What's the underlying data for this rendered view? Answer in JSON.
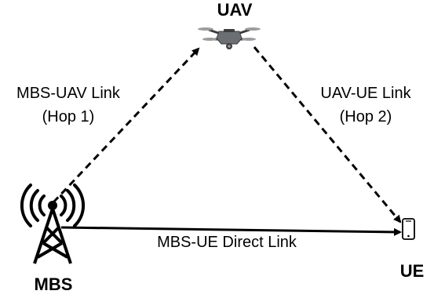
{
  "nodes": {
    "uav": {
      "label": "UAV"
    },
    "mbs": {
      "label": "MBS"
    },
    "ue": {
      "label": "UE"
    }
  },
  "links": {
    "hop1": {
      "line1": "MBS-UAV Link",
      "line2": "(Hop 1)",
      "style": "dashed"
    },
    "hop2": {
      "line1": "UAV-UE Link",
      "line2": "(Hop 2)",
      "style": "dashed"
    },
    "direct": {
      "label": "MBS-UE Direct Link",
      "style": "solid"
    }
  },
  "icons": {
    "uav": "drone-icon",
    "mbs": "cell-tower-icon",
    "ue": "smartphone-icon"
  },
  "colors": {
    "line": "#000000",
    "drone_body": "#6b6e72",
    "drone_dark": "#3a3c3f",
    "drone_prop": "#9a9ca0"
  }
}
